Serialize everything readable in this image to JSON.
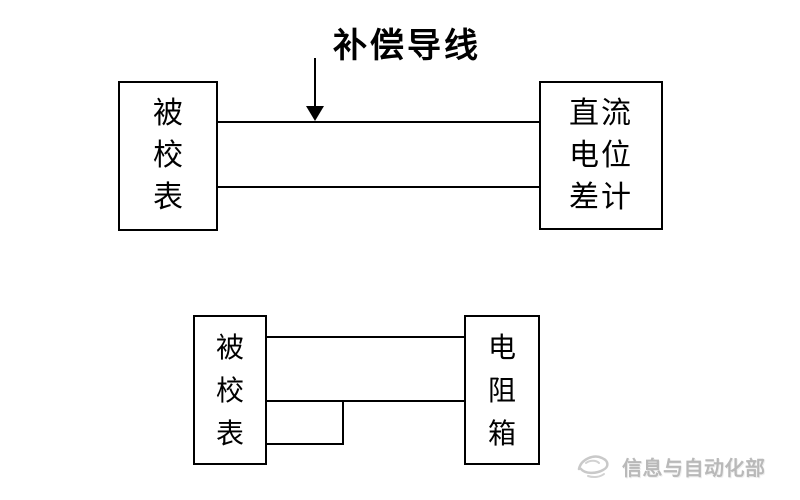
{
  "colors": {
    "background": "#ffffff",
    "line": "#000000",
    "watermark": "#b9b9b9"
  },
  "icons": {
    "arrow": "down-arrow-icon",
    "watermark_logo": "swirl-logo-icon"
  },
  "top_diagram": {
    "title": "补偿导线",
    "left_box": {
      "label": "被校表",
      "chars": [
        "被",
        "校",
        "表"
      ]
    },
    "right_box": {
      "label": "直流电位差计",
      "rows": [
        "直流",
        "电位",
        "差计"
      ]
    }
  },
  "bottom_diagram": {
    "left_box": {
      "label": "被校表",
      "chars": [
        "被",
        "校",
        "表"
      ]
    },
    "right_box": {
      "label": "电阻箱",
      "chars": [
        "电",
        "阻",
        "箱"
      ]
    }
  },
  "watermark": {
    "text": "信息与自动化部"
  }
}
